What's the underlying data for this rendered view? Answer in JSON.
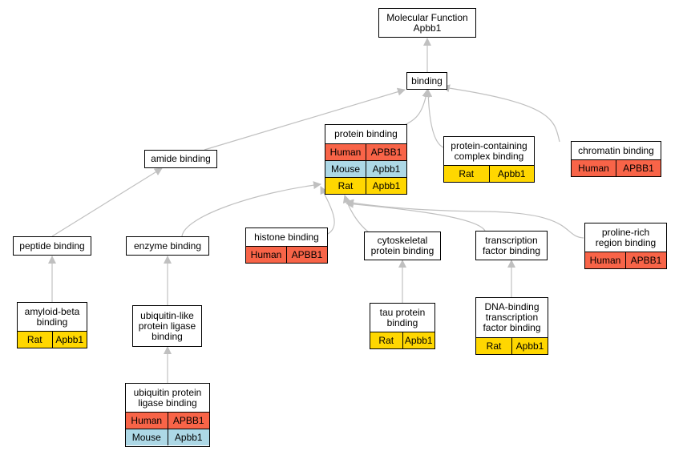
{
  "nodes": {
    "molecular_function": {
      "label": "Molecular Function\nApbb1",
      "rows": []
    },
    "binding": {
      "label": "binding",
      "rows": []
    },
    "amide_binding": {
      "label": "amide binding",
      "rows": []
    },
    "protein_binding": {
      "label": "protein binding",
      "rows": [
        {
          "species": "Human",
          "gene": "APBB1"
        },
        {
          "species": "Mouse",
          "gene": "Apbb1"
        },
        {
          "species": "Rat",
          "gene": "Apbb1"
        }
      ]
    },
    "protein_containing_complex_binding": {
      "label": "protein-containing\ncomplex binding",
      "rows": [
        {
          "species": "Rat",
          "gene": "Apbb1"
        }
      ]
    },
    "chromatin_binding": {
      "label": "chromatin binding",
      "rows": [
        {
          "species": "Human",
          "gene": "APBB1"
        }
      ]
    },
    "peptide_binding": {
      "label": "peptide binding",
      "rows": []
    },
    "enzyme_binding": {
      "label": "enzyme binding",
      "rows": []
    },
    "histone_binding": {
      "label": "histone binding",
      "rows": [
        {
          "species": "Human",
          "gene": "APBB1"
        }
      ]
    },
    "cytoskeletal_protein_binding": {
      "label": "cytoskeletal\nprotein binding",
      "rows": []
    },
    "transcription_factor_binding": {
      "label": "transcription\nfactor binding",
      "rows": []
    },
    "proline_rich_region_binding": {
      "label": "proline-rich\nregion binding",
      "rows": [
        {
          "species": "Human",
          "gene": "APBB1"
        }
      ]
    },
    "amyloid_beta_binding": {
      "label": "amyloid-beta\nbinding",
      "rows": [
        {
          "species": "Rat",
          "gene": "Apbb1"
        }
      ]
    },
    "ubiquitin_like_protein_ligase_binding": {
      "label": "ubiquitin-like\nprotein ligase\nbinding",
      "rows": []
    },
    "tau_protein_binding": {
      "label": "tau protein\nbinding",
      "rows": [
        {
          "species": "Rat",
          "gene": "Apbb1"
        }
      ]
    },
    "dna_binding_transcription_factor_binding": {
      "label": "DNA-binding\ntranscription\nfactor binding",
      "rows": [
        {
          "species": "Rat",
          "gene": "Apbb1"
        }
      ]
    },
    "ubiquitin_protein_ligase_binding": {
      "label": "ubiquitin protein\nligase binding",
      "rows": [
        {
          "species": "Human",
          "gene": "APBB1"
        },
        {
          "species": "Mouse",
          "gene": "Apbb1"
        }
      ]
    }
  },
  "colors": {
    "human": "#f86448",
    "mouse": "#add8e6",
    "rat": "#ffd700",
    "edge": "#c0c0c0"
  }
}
